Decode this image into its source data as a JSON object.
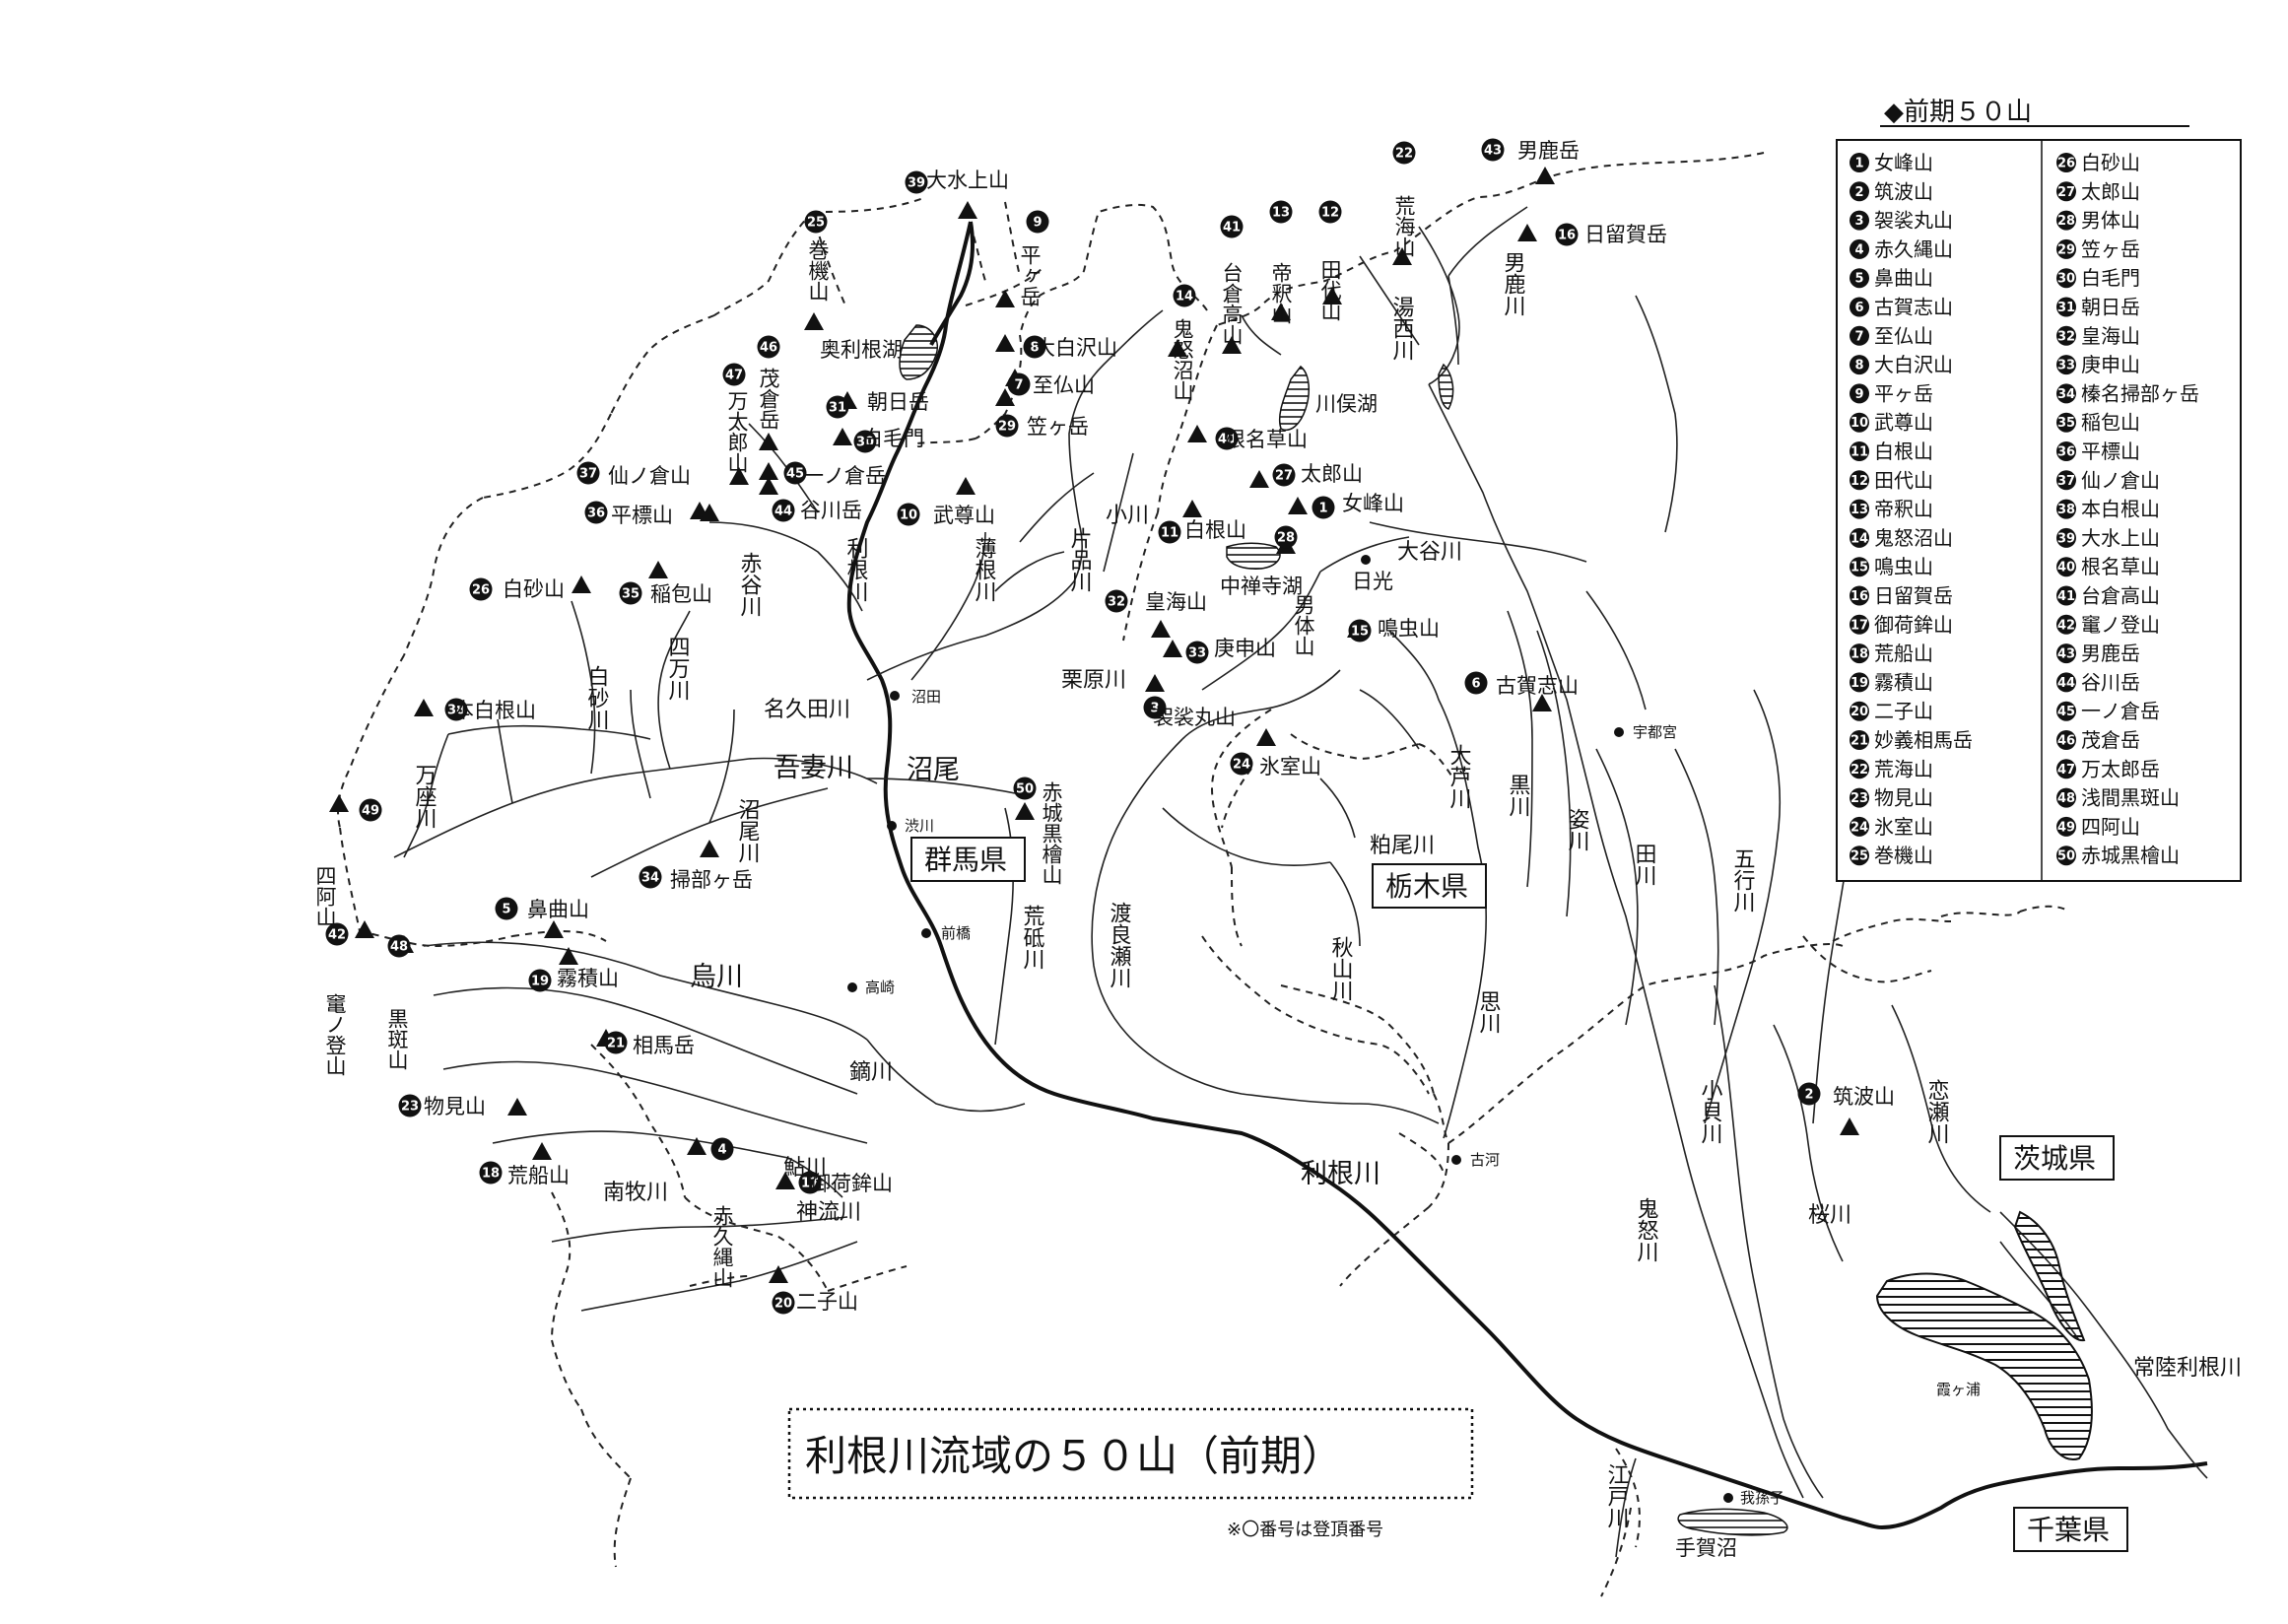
{
  "legend": {
    "title": "前期５０山",
    "items": [
      {
        "n": "1",
        "name": "女峰山"
      },
      {
        "n": "2",
        "name": "筑波山"
      },
      {
        "n": "3",
        "name": "袈裟丸山"
      },
      {
        "n": "4",
        "name": "赤久縄山"
      },
      {
        "n": "5",
        "name": "鼻曲山"
      },
      {
        "n": "6",
        "name": "古賀志山"
      },
      {
        "n": "7",
        "name": "至仏山"
      },
      {
        "n": "8",
        "name": "大白沢山"
      },
      {
        "n": "9",
        "name": "平ヶ岳"
      },
      {
        "n": "10",
        "name": "武尊山"
      },
      {
        "n": "11",
        "name": "白根山"
      },
      {
        "n": "12",
        "name": "田代山"
      },
      {
        "n": "13",
        "name": "帝釈山"
      },
      {
        "n": "14",
        "name": "鬼怒沼山"
      },
      {
        "n": "15",
        "name": "鳴虫山"
      },
      {
        "n": "16",
        "name": "日留賀岳"
      },
      {
        "n": "17",
        "name": "御荷鉾山"
      },
      {
        "n": "18",
        "name": "荒船山"
      },
      {
        "n": "19",
        "name": "霧積山"
      },
      {
        "n": "20",
        "name": "二子山"
      },
      {
        "n": "21",
        "name": "妙義相馬岳"
      },
      {
        "n": "22",
        "name": "荒海山"
      },
      {
        "n": "23",
        "name": "物見山"
      },
      {
        "n": "24",
        "name": "氷室山"
      },
      {
        "n": "25",
        "name": "巻機山"
      },
      {
        "n": "26",
        "name": "白砂山"
      },
      {
        "n": "27",
        "name": "太郎山"
      },
      {
        "n": "28",
        "name": "男体山"
      },
      {
        "n": "29",
        "name": "笠ヶ岳"
      },
      {
        "n": "30",
        "name": "白毛門"
      },
      {
        "n": "31",
        "name": "朝日岳"
      },
      {
        "n": "32",
        "name": "皇海山"
      },
      {
        "n": "33",
        "name": "庚申山"
      },
      {
        "n": "34",
        "name": "榛名掃部ヶ岳"
      },
      {
        "n": "35",
        "name": "稲包山"
      },
      {
        "n": "36",
        "name": "平標山"
      },
      {
        "n": "37",
        "name": "仙ノ倉山"
      },
      {
        "n": "38",
        "name": "本白根山"
      },
      {
        "n": "39",
        "name": "大水上山"
      },
      {
        "n": "40",
        "name": "根名草山"
      },
      {
        "n": "41",
        "name": "台倉高山"
      },
      {
        "n": "42",
        "name": "竃ノ登山"
      },
      {
        "n": "43",
        "name": "男鹿岳"
      },
      {
        "n": "44",
        "name": "谷川岳"
      },
      {
        "n": "45",
        "name": "一ノ倉岳"
      },
      {
        "n": "46",
        "name": "茂倉岳"
      },
      {
        "n": "47",
        "name": "万太郎岳"
      },
      {
        "n": "48",
        "name": "浅間黒斑山"
      },
      {
        "n": "49",
        "name": "四阿山"
      },
      {
        "n": "50",
        "name": "赤城黒檜山"
      }
    ]
  },
  "prefectures": {
    "gunma": "群馬県",
    "tochigi": "栃木県",
    "ibaraki": "茨城県",
    "chiba": "千葉県"
  },
  "title": "利根川流域の５０山（前期）",
  "note": "※〇番号は登頂番号",
  "mountains": [
    {
      "n": "39",
      "label": "大水上山"
    },
    {
      "n": "9",
      "label": "平ヶ岳"
    },
    {
      "n": "8",
      "label": "大白沢山"
    },
    {
      "n": "7",
      "label": "至仏山"
    },
    {
      "n": "29",
      "label": "笠ヶ岳"
    },
    {
      "n": "31",
      "label": "朝日岳"
    },
    {
      "n": "30",
      "label": "白毛門"
    },
    {
      "n": "45",
      "label": "一ノ倉岳"
    },
    {
      "n": "44",
      "label": "谷川岳"
    },
    {
      "n": "10",
      "label": "武尊山"
    },
    {
      "n": "25",
      "label": "巻機山"
    },
    {
      "n": "46",
      "label": "茂倉岳"
    },
    {
      "n": "47",
      "label": "万太郎山"
    },
    {
      "n": "37",
      "label": "仙ノ倉山"
    },
    {
      "n": "36",
      "label": "平標山"
    },
    {
      "n": "35",
      "label": "稲包山"
    },
    {
      "n": "26",
      "label": "白砂山"
    },
    {
      "n": "38",
      "label": "本白根山"
    },
    {
      "n": "49",
      "label": "四阿山"
    },
    {
      "n": "34",
      "label": "掃部ヶ岳"
    },
    {
      "n": "5",
      "label": "鼻曲山"
    },
    {
      "n": "19",
      "label": "霧積山"
    },
    {
      "n": "42",
      "label": "竃ノ登山"
    },
    {
      "n": "48",
      "label": "黒斑山"
    },
    {
      "n": "21",
      "label": "相馬岳"
    },
    {
      "n": "23",
      "label": "物見山"
    },
    {
      "n": "18",
      "label": "荒船山"
    },
    {
      "n": "4",
      "label": "赤久縄山"
    },
    {
      "n": "17",
      "label": "御荷鉾山"
    },
    {
      "n": "20",
      "label": "二子山"
    },
    {
      "n": "50",
      "label": "赤城黒檜山"
    },
    {
      "n": "14",
      "label": "鬼怒沼山"
    },
    {
      "n": "41",
      "label": "台倉高山"
    },
    {
      "n": "13",
      "label": "帝釈山"
    },
    {
      "n": "12",
      "label": "田代山"
    },
    {
      "n": "22",
      "label": "荒海山"
    },
    {
      "n": "43",
      "label": "男鹿岳"
    },
    {
      "n": "16",
      "label": "日留賀岳"
    },
    {
      "n": "40",
      "label": "根名草山"
    },
    {
      "n": "27",
      "label": "太郎山"
    },
    {
      "n": "1",
      "label": "女峰山"
    },
    {
      "n": "11",
      "label": "白根山"
    },
    {
      "n": "28",
      "label": "男体山"
    },
    {
      "n": "32",
      "label": "皇海山"
    },
    {
      "n": "33",
      "label": "庚申山"
    },
    {
      "n": "3",
      "label": "袈裟丸山"
    },
    {
      "n": "15",
      "label": "鳴虫山"
    },
    {
      "n": "6",
      "label": "古賀志山"
    },
    {
      "n": "24",
      "label": "氷室山"
    },
    {
      "n": "2",
      "label": "筑波山"
    }
  ],
  "lakes": {
    "okutone": "奥利根湖",
    "kawamata": "川俣湖",
    "chuzenji": "中禅寺湖",
    "kasumi": "霞ヶ浦",
    "teganuma": "手賀沼"
  },
  "cities": {
    "numata": "沼田",
    "shibukawa": "渋川",
    "maebashi": "前橋",
    "takasaki": "高崎",
    "nikko": "日光",
    "utsunomiya": "宇都宮",
    "koga": "古河",
    "abiko": "我孫子"
  },
  "rivers": {
    "tone_upper": "利根川",
    "tone_lower": "利根川",
    "agatsuma": "吾妻川",
    "katashina": "片品川",
    "watarase": "渡良瀬川",
    "kinugawa": "鬼怒川",
    "kokai": "小貝川",
    "edo": "江戸川",
    "hitachitone": "常陸利根川",
    "akaya": "赤谷川",
    "usune": "薄根川",
    "nagurita": "名久田川",
    "shirasuna": "白砂川",
    "shimanto": "四万川",
    "manza": "万座川",
    "numao_r": "沼尾川",
    "karasu": "烏川",
    "kabura": "鏑川",
    "ayu": "鮎川",
    "nanmoku": "南牧川",
    "kanna": "神流川",
    "arato": "荒砥川",
    "kuribara": "栗原川",
    "ogawa": "小川",
    "yunishi": "湯西川",
    "okano": "男鹿川",
    "daiya": "大谷川",
    "oashi": "大芦川",
    "kuro": "黒川",
    "sugata": "姿川",
    "ta": "田川",
    "gogyo": "五行川",
    "omoi": "思川",
    "akiyama": "秋山川",
    "kasuo": "粕尾川",
    "sakura": "桜川",
    "koise": "恋瀬川",
    "numao": "沼尾"
  }
}
